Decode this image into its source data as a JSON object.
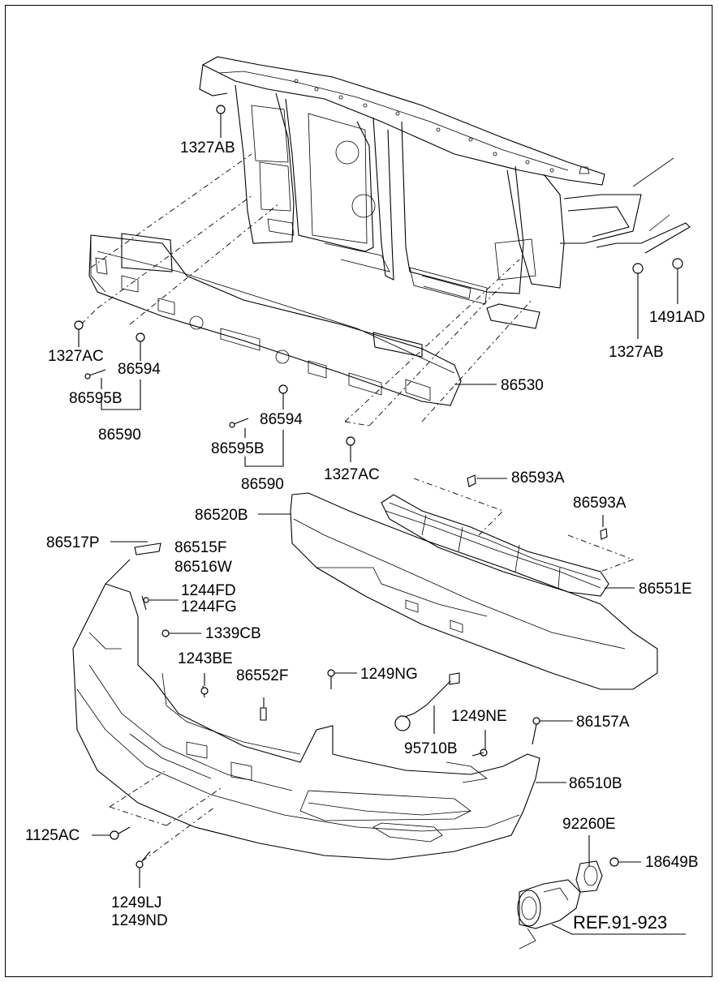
{
  "labels": {
    "l_1327AB_a": "1327AB",
    "l_1327AC_a": "1327AC",
    "l_86594_a": "86594",
    "l_86595B_a": "86595B",
    "l_86590_a": "86590",
    "l_86594_b": "86594",
    "l_86595B_b": "86595B",
    "l_86590_b": "86590",
    "l_1327AC_b": "1327AC",
    "l_86530": "86530",
    "l_1327AB_b": "1327AB",
    "l_1491AD": "1491AD",
    "l_86593A_a": "86593A",
    "l_86593A_b": "86593A",
    "l_86520B": "86520B",
    "l_86551E": "86551E",
    "l_86517P": "86517P",
    "l_86515F": "86515F",
    "l_86516W": "86516W",
    "l_1244FD": "1244FD",
    "l_1244FG": "1244FG",
    "l_1339CB": "1339CB",
    "l_1243BE": "1243BE",
    "l_86552F": "86552F",
    "l_1249NG": "1249NG",
    "l_95710B": "95710B",
    "l_1249NE": "1249NE",
    "l_86157A": "86157A",
    "l_86510B": "86510B",
    "l_92260E": "92260E",
    "l_18649B": "18649B",
    "l_1125AC": "1125AC",
    "l_1249LJ": "1249LJ",
    "l_1249ND": "1249ND",
    "ref": "REF.91-923"
  }
}
